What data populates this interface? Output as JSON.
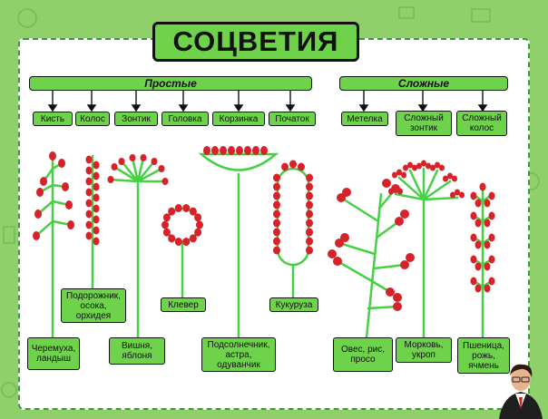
{
  "title": "СОЦВЕТИЯ",
  "groups": {
    "simple": "Простые",
    "complex": "Сложные"
  },
  "simple_types": [
    "Кисть",
    "Колос",
    "Зонтик",
    "Головка",
    "Корзинка",
    "Початок"
  ],
  "complex_types": [
    "Метелка",
    "Сложный зонтик",
    "Сложный колос"
  ],
  "examples": {
    "raceme": "Черемуха, ландыш",
    "spike": "Подорожник, осока, орхидея",
    "umbel": "Вишня, яблоня",
    "head": "Клевер",
    "basket": "Подсолнечник, астра, одуванчик",
    "spadix": "Кукуруза",
    "panicle": "Овес, рис, просо",
    "compound_umbel": "Морковь, укроп",
    "compound_spike": "Пшеница, рожь, ячмень"
  },
  "colors": {
    "green": "#6ed34a",
    "stem": "#46d046",
    "flower": "#d8222a"
  }
}
